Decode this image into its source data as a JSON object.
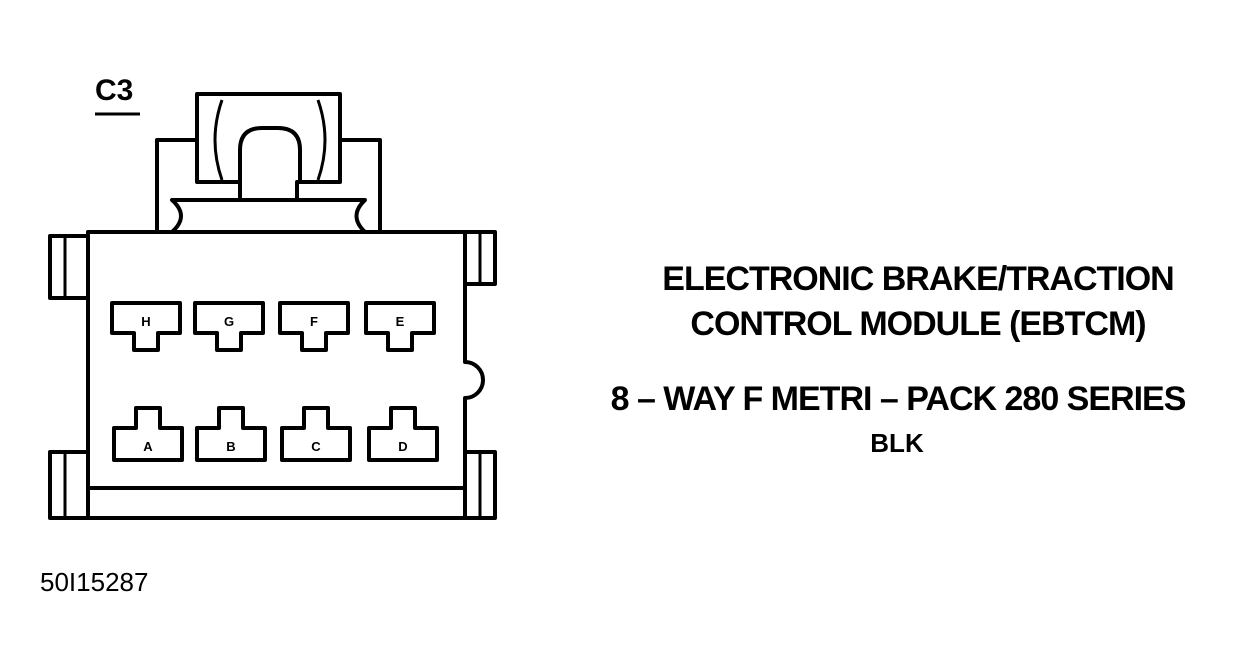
{
  "connector": {
    "id": "C3",
    "pins_top": [
      "H",
      "G",
      "F",
      "E"
    ],
    "pins_bottom": [
      "A",
      "B",
      "C",
      "D"
    ]
  },
  "description": {
    "title_line1": "ELECTRONIC BRAKE/TRACTION",
    "title_line2": "CONTROL MODULE (EBTCM)",
    "connector_type": "8 – WAY F METRI – PACK 280 SERIES",
    "color": "BLK"
  },
  "figure_id": "50I15287"
}
